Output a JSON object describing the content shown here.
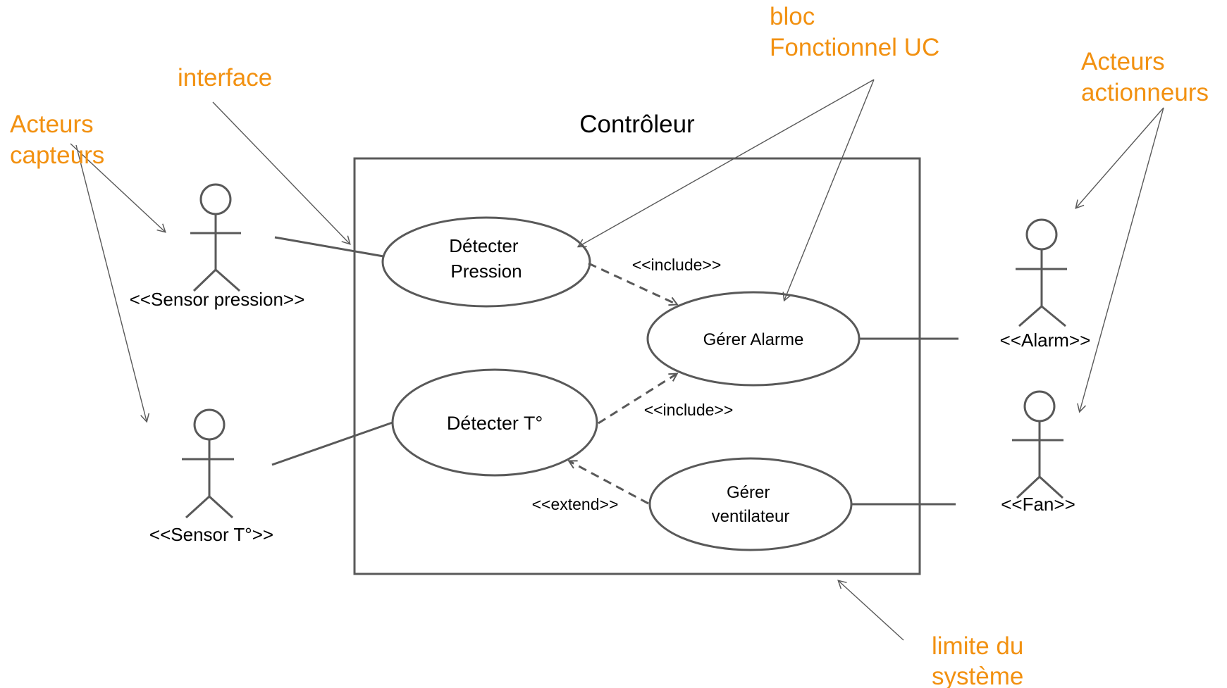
{
  "system": {
    "title": "Contrôleur"
  },
  "use_cases": {
    "detecter_pression": [
      "Détecter",
      "Pression"
    ],
    "gerer_alarme": [
      "Gérer Alarme"
    ],
    "detecter_t": [
      "Détecter T°"
    ],
    "gerer_ventilateur": [
      "Gérer",
      "ventilateur"
    ]
  },
  "actors": {
    "sensor_pression": "<<Sensor pression>>",
    "sensor_t": "<<Sensor T°>>",
    "alarm": "<<Alarm>>",
    "fan": "<<Fan>>"
  },
  "relations": {
    "include_1": "<<include>>",
    "include_2": "<<include>>",
    "extend": "<<extend>>"
  },
  "annotations": {
    "acteurs_capteurs": [
      "Acteurs",
      "capteurs"
    ],
    "interface": [
      "interface"
    ],
    "bloc_fonctionnel": [
      "bloc",
      "Fonctionnel UC"
    ],
    "acteurs_actionneurs": [
      "Acteurs",
      "actionneurs"
    ],
    "limite_systeme": [
      "limite du",
      "système"
    ]
  },
  "colors": {
    "annotation": "#f29111",
    "shape_stroke": "#595959",
    "text": "#000000"
  }
}
